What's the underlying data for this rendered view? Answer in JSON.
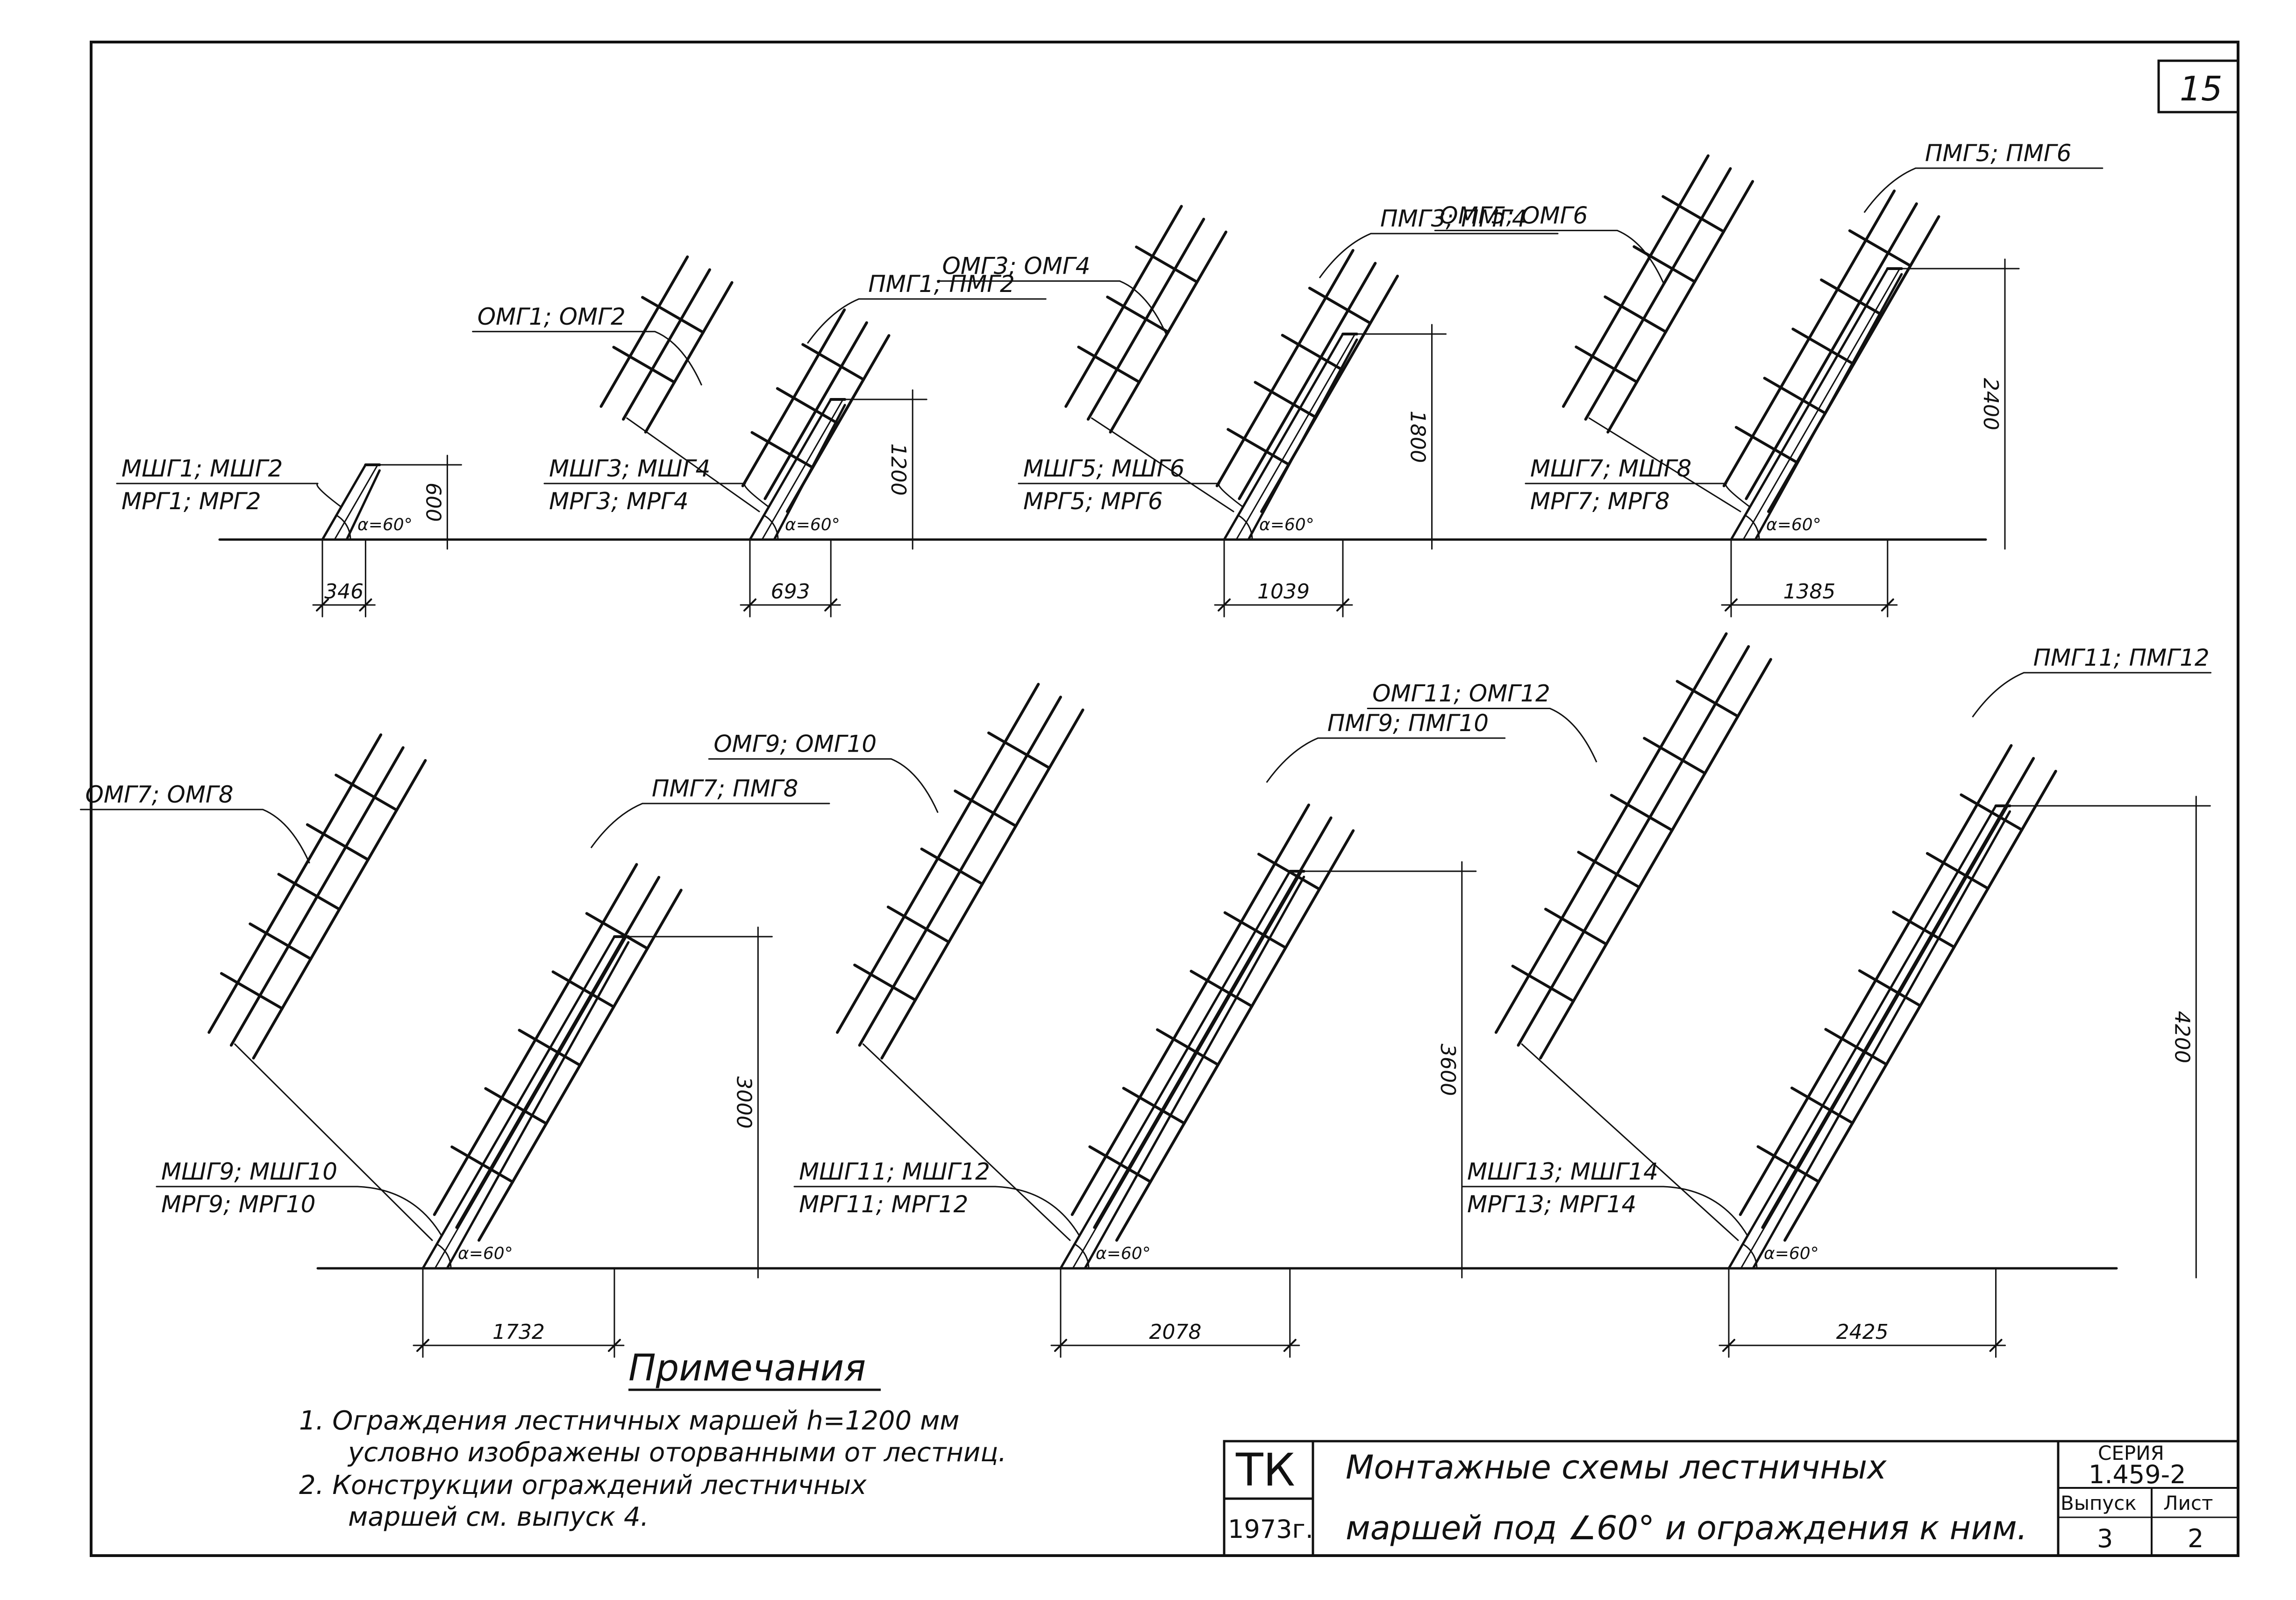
{
  "sheet": {
    "page_number": "15"
  },
  "schemes": [
    {
      "id": "s1",
      "left_label": "",
      "right_label": "",
      "stringer_label_1": "МШГ1; МШГ2",
      "stringer_label_2": "МРГ1; МРГ2",
      "height": "600",
      "span": "346",
      "angle": "α=60°"
    },
    {
      "id": "s2",
      "left_label": "ОМГ1; ОМГ2",
      "right_label": "ПМГ1; ПМГ2",
      "stringer_label_1": "МШГ3; МШГ4",
      "stringer_label_2": "МРГ3; МРГ4",
      "height": "1200",
      "span": "693",
      "angle": "α=60°"
    },
    {
      "id": "s3",
      "left_label": "ОМГ3; ОМГ4",
      "right_label": "ПМГ3; ПМГ4",
      "stringer_label_1": "МШГ5; МШГ6",
      "stringer_label_2": "МРГ5; МРГ6",
      "height": "1800",
      "span": "1039",
      "angle": "α=60°"
    },
    {
      "id": "s4",
      "left_label": "ОМГ5; ОМГ6",
      "right_label": "ПМГ5; ПМГ6",
      "stringer_label_1": "МШГ7; МШГ8",
      "stringer_label_2": "МРГ7; МРГ8",
      "height": "2400",
      "span": "1385",
      "angle": "α=60°"
    },
    {
      "id": "s5",
      "left_label": "ОМГ7; ОМГ8",
      "right_label": "ПМГ7; ПМГ8",
      "stringer_label_1": "МШГ9; МШГ10",
      "stringer_label_2": "МРГ9; МРГ10",
      "height": "3000",
      "span": "1732",
      "angle": "α=60°"
    },
    {
      "id": "s6",
      "left_label": "ОМГ9; ОМГ10",
      "right_label": "ПМГ9; ПМГ10",
      "stringer_label_1": "МШГ11; МШГ12",
      "stringer_label_2": "МРГ11; МРГ12",
      "height": "3600",
      "span": "2078",
      "angle": "α=60°"
    },
    {
      "id": "s7",
      "left_label": "ОМГ11; ОМГ12",
      "right_label": "ПМГ11; ПМГ12",
      "stringer_label_1": "МШГ13; МШГ14",
      "stringer_label_2": "МРГ13; МРГ14",
      "height": "4200",
      "span": "2425",
      "angle": "α=60°"
    }
  ],
  "notes": {
    "title": "Примечания",
    "lines": [
      "1. Ограждения лестничных маршей h=1200 мм",
      "условно изображены оторванными от лестниц.",
      "2. Конструкции ограждений лестничных",
      "маршей см. выпуск 4."
    ]
  },
  "title_block": {
    "org": "ТК",
    "year": "1973г.",
    "title_line_1": "Монтажные схемы лестничных",
    "title_line_2": "маршей под ∠60° и ограждения к ним.",
    "series_label": "СЕРИЯ",
    "series_value": "1.459-2",
    "issue_label": "Выпуск",
    "issue_value": "3",
    "sheet_label": "Лист",
    "sheet_value": "2"
  }
}
